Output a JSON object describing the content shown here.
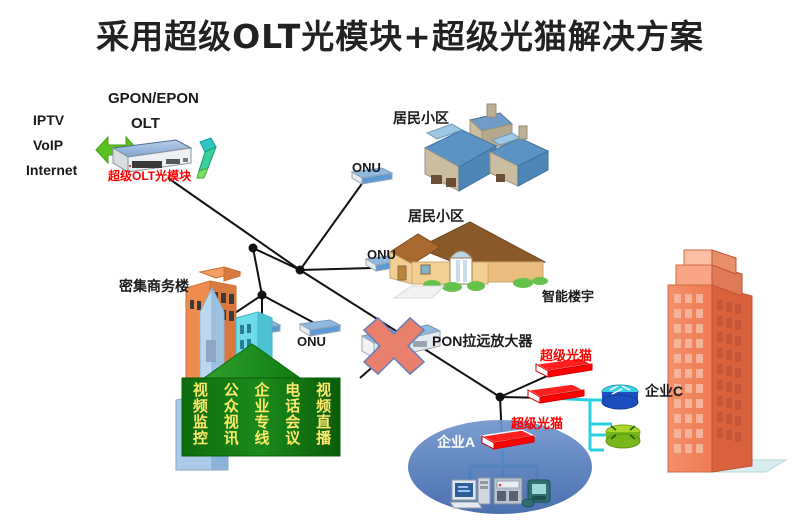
{
  "title": "采用超级OLT光模块+超级光猫解决方案",
  "headend": {
    "network_label": "GPON/EPON",
    "device_label": "OLT",
    "module_label": "超级OLT光模块",
    "services": [
      "IPTV",
      "VoIP",
      "Internet"
    ],
    "arrow_icon": "double-arrow-icon"
  },
  "nodes": {
    "onu_label": "ONU",
    "residential_top": "居民小区",
    "residential_mid": "居民小区",
    "smart_building": "智能楼宇",
    "business_cluster": "密集商务楼",
    "pon_amplifier": "PON拉远放大器",
    "super_modem": "超级光猫",
    "enterprise_a": "企业A",
    "enterprise_c": "企业C"
  },
  "services_banner": {
    "items": [
      "视频监控",
      "公众视讯",
      "企业专线",
      "电话会议",
      "视频直播"
    ],
    "arrow_icon": "up-arrow-icon"
  },
  "colors": {
    "title": "#222222",
    "accent_red": "#ff0000",
    "banner_green": "#138013",
    "banner_text": "#ffe96b",
    "arrow_green": "#5cc11e",
    "link": "#111111",
    "cyan_link": "#2ad0e0",
    "enterprise_ellipse": "#4a74b8",
    "tower": "#ef7a52",
    "onu_top": "#5b9ad5",
    "modem_red": "#ff0000",
    "cross_red": "#e8806b"
  }
}
